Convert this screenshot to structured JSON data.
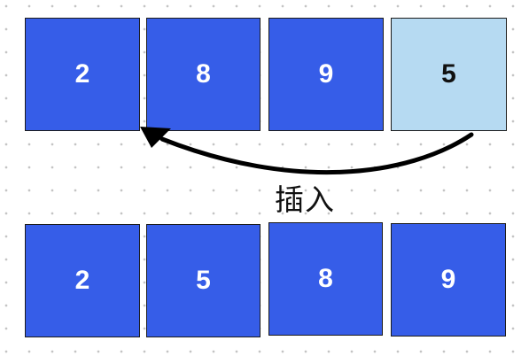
{
  "top_row": {
    "cells": [
      {
        "value": "2",
        "highlighted": false
      },
      {
        "value": "8",
        "highlighted": false
      },
      {
        "value": "9",
        "highlighted": false
      },
      {
        "value": "5",
        "highlighted": true
      }
    ]
  },
  "bottom_row": {
    "cells": [
      {
        "value": "2",
        "highlighted": false
      },
      {
        "value": "5",
        "highlighted": false
      },
      {
        "value": "8",
        "highlighted": false
      },
      {
        "value": "9",
        "highlighted": false
      }
    ]
  },
  "arrow": {
    "label": "插入",
    "color": "#000000"
  },
  "colors": {
    "cell_default": "#365de8",
    "cell_highlight": "#b6daf2",
    "cell_border": "#1b1b1b",
    "background_dots": "#c4c4c4"
  }
}
